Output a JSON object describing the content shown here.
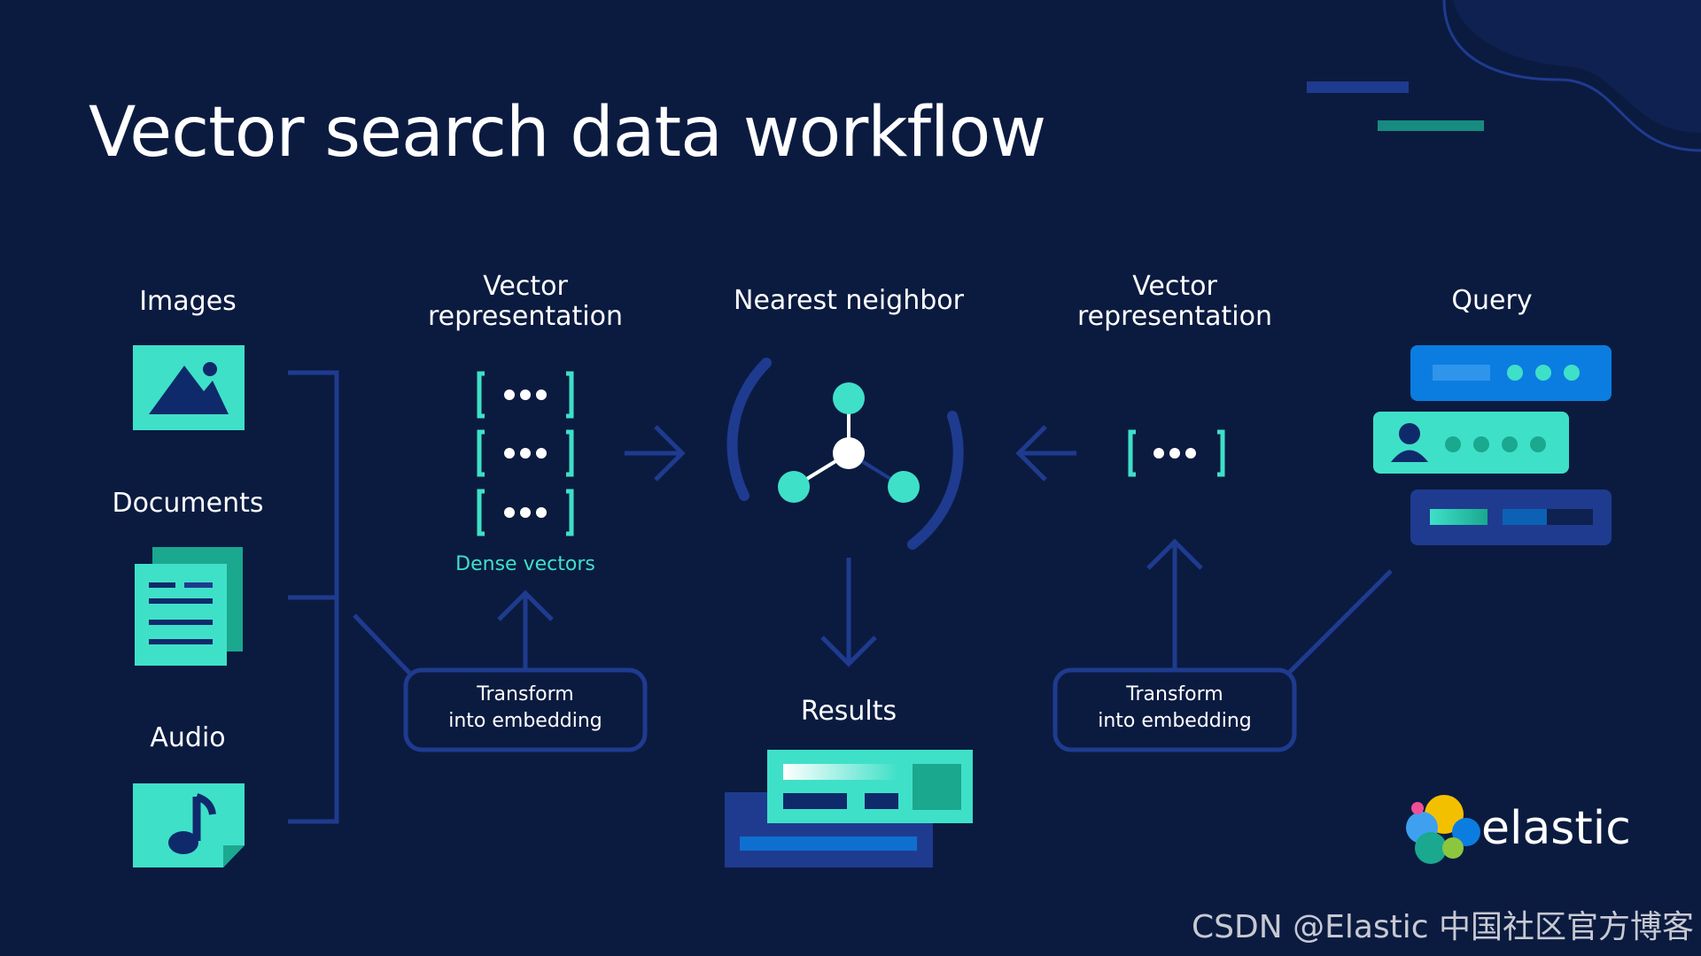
{
  "title": "Vector search data workflow",
  "inputs": {
    "images": "Images",
    "documents": "Documents",
    "audio": "Audio"
  },
  "left_vector": "Vector\nrepresentation",
  "dense_vectors": "Dense vectors",
  "left_transform": "Transform\ninto embedding",
  "nearest_neighbor": "Nearest neighbor",
  "results": "Results",
  "right_vector": "Vector\nrepresentation",
  "right_transform": "Transform\ninto embedding",
  "query": "Query",
  "brand": "elastic",
  "watermark": "CSDN @Elastic 中国社区官方博客",
  "colors": {
    "background": "#0b1b40",
    "teal": "#3fe0c8",
    "blue_line": "#1f3b8f",
    "accent_blue": "#0b7de0",
    "white": "#ffffff"
  },
  "icons": {
    "images": "image-icon",
    "documents": "document-icon",
    "audio": "music-note-icon",
    "network": "nearest-neighbor-graph-icon",
    "logo": "elastic-logo"
  }
}
